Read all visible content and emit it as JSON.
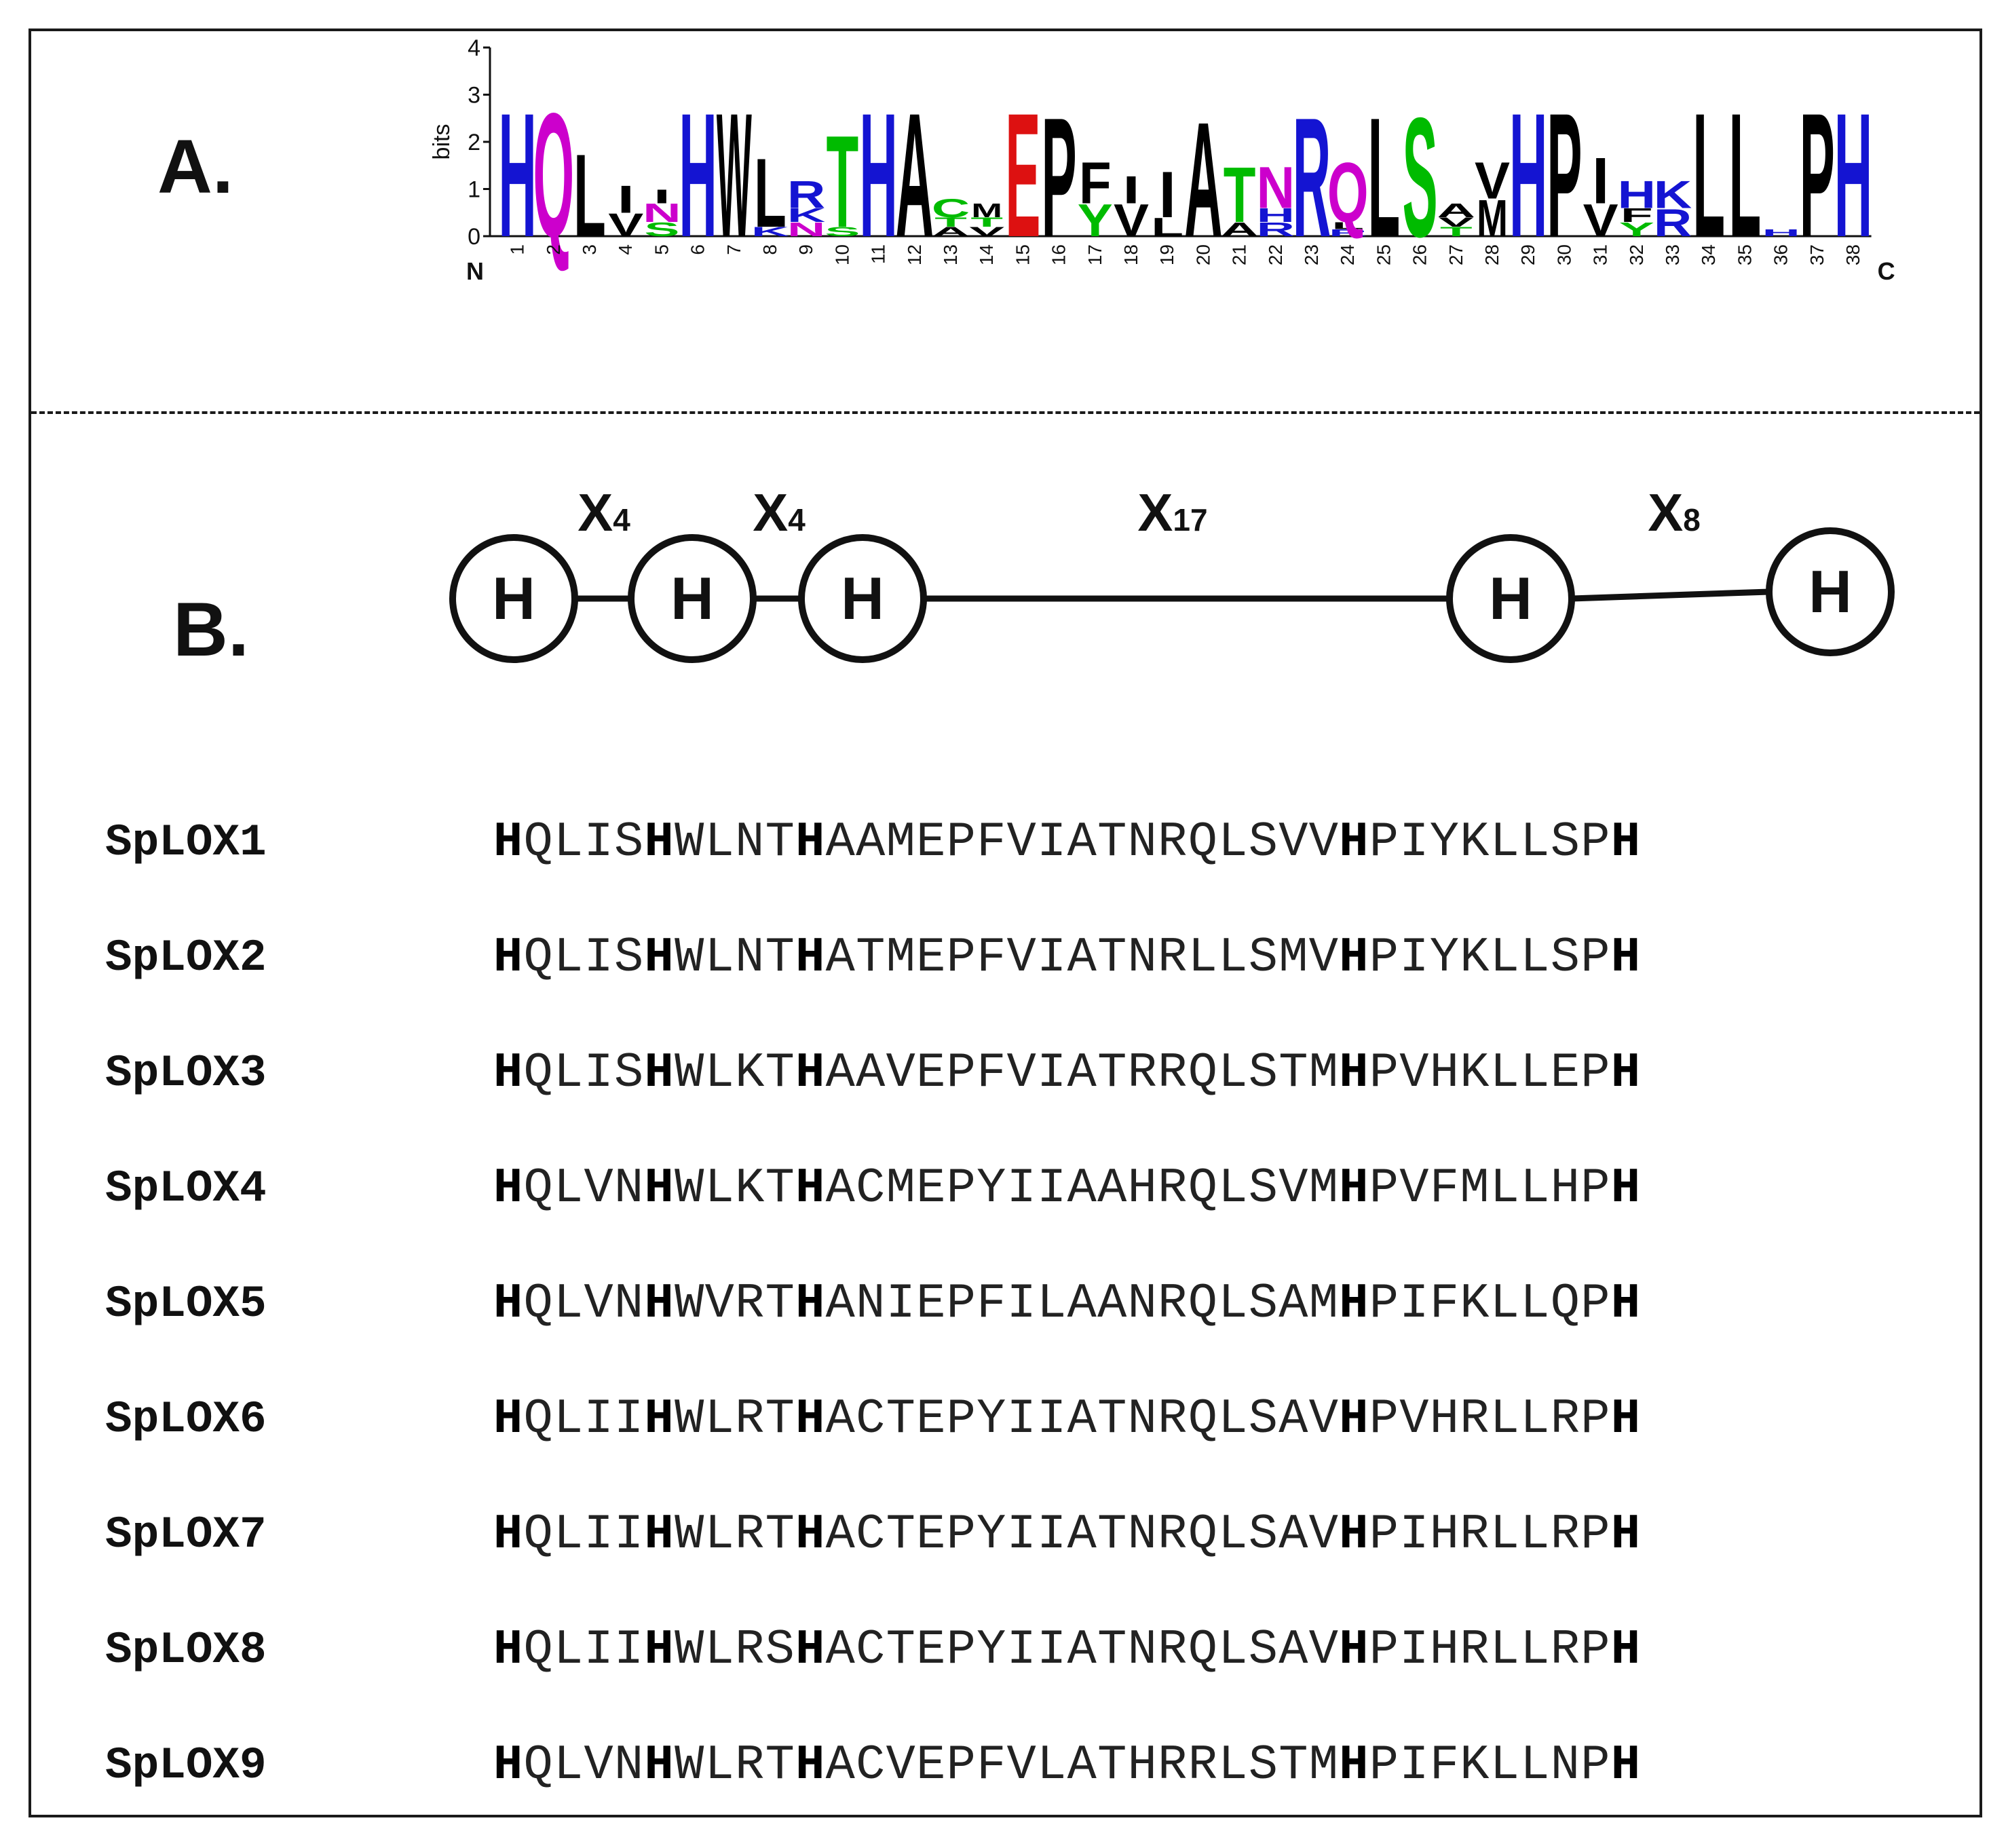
{
  "panel_a": {
    "label": "A.",
    "axis_label": "bits",
    "y_ticks": [
      "0",
      "1",
      "2",
      "3",
      "4"
    ],
    "n_label": "N",
    "c_label": "C",
    "colors": {
      "H": "#1414d2",
      "K": "#1414d2",
      "R": "#1414d2",
      "Q": "#cc00cc",
      "N": "#cc00cc",
      "T": "#00bb00",
      "S": "#00bb00",
      "C": "#00bb00",
      "Y": "#00bb00",
      "E": "#dd1111",
      "default": "#000000"
    },
    "positions": [
      {
        "pos": "1",
        "stack": [
          {
            "l": "H",
            "h": 2.7
          }
        ]
      },
      {
        "pos": "2",
        "stack": [
          {
            "l": "Q",
            "h": 2.7
          }
        ]
      },
      {
        "pos": "3",
        "stack": [
          {
            "l": "L",
            "h": 1.8
          }
        ]
      },
      {
        "pos": "4",
        "stack": [
          {
            "l": "V",
            "h": 0.5
          },
          {
            "l": "I",
            "h": 0.6
          }
        ]
      },
      {
        "pos": "5",
        "stack": [
          {
            "l": "S",
            "h": 0.3
          },
          {
            "l": "N",
            "h": 0.4
          },
          {
            "l": "I",
            "h": 0.3
          }
        ]
      },
      {
        "pos": "6",
        "stack": [
          {
            "l": "H",
            "h": 2.7
          }
        ]
      },
      {
        "pos": "7",
        "stack": [
          {
            "l": "W",
            "h": 2.7
          }
        ]
      },
      {
        "pos": "8",
        "stack": [
          {
            "l": "K",
            "h": 0.2
          },
          {
            "l": "L",
            "h": 1.5
          }
        ]
      },
      {
        "pos": "9",
        "stack": [
          {
            "l": "N",
            "h": 0.3
          },
          {
            "l": "K",
            "h": 0.3
          },
          {
            "l": "R",
            "h": 0.6
          }
        ]
      },
      {
        "pos": "10",
        "stack": [
          {
            "l": "S",
            "h": 0.2
          },
          {
            "l": "T",
            "h": 2.0
          }
        ]
      },
      {
        "pos": "11",
        "stack": [
          {
            "l": "H",
            "h": 2.7
          }
        ]
      },
      {
        "pos": "12",
        "stack": [
          {
            "l": "A",
            "h": 2.7
          }
        ]
      },
      {
        "pos": "13",
        "stack": [
          {
            "l": "A",
            "h": 0.2
          },
          {
            "l": "T",
            "h": 0.2
          },
          {
            "l": "C",
            "h": 0.4
          }
        ]
      },
      {
        "pos": "14",
        "stack": [
          {
            "l": "V",
            "h": 0.2
          },
          {
            "l": "T",
            "h": 0.2
          },
          {
            "l": "M",
            "h": 0.3
          }
        ]
      },
      {
        "pos": "15",
        "stack": [
          {
            "l": "E",
            "h": 2.7
          }
        ]
      },
      {
        "pos": "16",
        "stack": [
          {
            "l": "P",
            "h": 2.6
          }
        ]
      },
      {
        "pos": "17",
        "stack": [
          {
            "l": "Y",
            "h": 0.7
          },
          {
            "l": "F",
            "h": 0.9
          }
        ]
      },
      {
        "pos": "18",
        "stack": [
          {
            "l": "V",
            "h": 0.7
          },
          {
            "l": "I",
            "h": 0.6
          }
        ]
      },
      {
        "pos": "19",
        "stack": [
          {
            "l": "L",
            "h": 0.4
          },
          {
            "l": "I",
            "h": 1.0
          }
        ]
      },
      {
        "pos": "20",
        "stack": [
          {
            "l": "A",
            "h": 2.5
          }
        ]
      },
      {
        "pos": "21",
        "stack": [
          {
            "l": "A",
            "h": 0.3
          },
          {
            "l": "T",
            "h": 1.2
          }
        ]
      },
      {
        "pos": "22",
        "stack": [
          {
            "l": "R",
            "h": 0.3
          },
          {
            "l": "H",
            "h": 0.3
          },
          {
            "l": "N",
            "h": 0.9
          }
        ]
      },
      {
        "pos": "23",
        "stack": [
          {
            "l": "R",
            "h": 2.6
          }
        ]
      },
      {
        "pos": "24",
        "stack": [
          {
            "l": "R",
            "h": 0.15
          },
          {
            "l": "L",
            "h": 0.15
          },
          {
            "l": "Q",
            "h": 1.3
          }
        ]
      },
      {
        "pos": "25",
        "stack": [
          {
            "l": "L",
            "h": 2.6
          }
        ]
      },
      {
        "pos": "26",
        "stack": [
          {
            "l": "S",
            "h": 2.6
          }
        ]
      },
      {
        "pos": "27",
        "stack": [
          {
            "l": "T",
            "h": 0.2
          },
          {
            "l": "V",
            "h": 0.2
          },
          {
            "l": "A",
            "h": 0.3
          }
        ]
      },
      {
        "pos": "28",
        "stack": [
          {
            "l": "M",
            "h": 0.8
          },
          {
            "l": "V",
            "h": 0.8
          }
        ]
      },
      {
        "pos": "29",
        "stack": [
          {
            "l": "H",
            "h": 2.7
          }
        ]
      },
      {
        "pos": "30",
        "stack": [
          {
            "l": "P",
            "h": 2.7
          }
        ]
      },
      {
        "pos": "31",
        "stack": [
          {
            "l": "V",
            "h": 0.7
          },
          {
            "l": "I",
            "h": 1.0
          }
        ]
      },
      {
        "pos": "32",
        "stack": [
          {
            "l": "Y",
            "h": 0.3
          },
          {
            "l": "F",
            "h": 0.3
          },
          {
            "l": "H",
            "h": 0.6
          }
        ]
      },
      {
        "pos": "33",
        "stack": [
          {
            "l": "R",
            "h": 0.6
          },
          {
            "l": "K",
            "h": 0.6
          }
        ]
      },
      {
        "pos": "34",
        "stack": [
          {
            "l": "L",
            "h": 2.7
          }
        ]
      },
      {
        "pos": "35",
        "stack": [
          {
            "l": "L",
            "h": 2.7
          }
        ]
      },
      {
        "pos": "36",
        "stack": [
          {
            "l": "H",
            "h": 0.15
          }
        ]
      },
      {
        "pos": "37",
        "stack": [
          {
            "l": "P",
            "h": 2.7
          }
        ]
      },
      {
        "pos": "38",
        "stack": [
          {
            "l": "H",
            "h": 2.7
          }
        ]
      }
    ]
  },
  "panel_b": {
    "label": "B.",
    "motif_residue": "H",
    "spacers": [
      {
        "x": "X",
        "n": "4"
      },
      {
        "x": "X",
        "n": "4"
      },
      {
        "x": "X",
        "n": "17"
      },
      {
        "x": "X",
        "n": "8"
      }
    ],
    "sequences": [
      {
        "name": "SpLOX1",
        "segments": [
          {
            "t": "H",
            "b": true
          },
          {
            "t": "QLIS"
          },
          {
            "t": "H",
            "b": true
          },
          {
            "t": "WLNT"
          },
          {
            "t": "H",
            "b": true
          },
          {
            "t": "AAMEPFVIATNRQLSVV"
          },
          {
            "t": "H",
            "b": true
          },
          {
            "t": "PIYKLLSP"
          },
          {
            "t": "H",
            "b": true
          }
        ]
      },
      {
        "name": "SpLOX2",
        "segments": [
          {
            "t": "H",
            "b": true
          },
          {
            "t": "QLIS"
          },
          {
            "t": "H",
            "b": true
          },
          {
            "t": "WLNT"
          },
          {
            "t": "H",
            "b": true
          },
          {
            "t": "ATMEPFVIATNRLLSMV"
          },
          {
            "t": "H",
            "b": true
          },
          {
            "t": "PIYKLLSP"
          },
          {
            "t": "H",
            "b": true
          }
        ]
      },
      {
        "name": "SpLOX3",
        "segments": [
          {
            "t": "H",
            "b": true
          },
          {
            "t": "QLIS"
          },
          {
            "t": "H",
            "b": true
          },
          {
            "t": "WLKT"
          },
          {
            "t": "H",
            "b": true
          },
          {
            "t": "AAVEPFVIATRRQLSTM"
          },
          {
            "t": "H",
            "b": true
          },
          {
            "t": "PVHKLLEP"
          },
          {
            "t": "H",
            "b": true
          }
        ]
      },
      {
        "name": "SpLOX4",
        "segments": [
          {
            "t": "H",
            "b": true
          },
          {
            "t": "QLVN"
          },
          {
            "t": "H",
            "b": true
          },
          {
            "t": "WLKT"
          },
          {
            "t": "H",
            "b": true
          },
          {
            "t": "ACMEPYIIAAHRQLSVM"
          },
          {
            "t": "H",
            "b": true
          },
          {
            "t": "PVFMLLHP"
          },
          {
            "t": "H",
            "b": true
          }
        ]
      },
      {
        "name": "SpLOX5",
        "segments": [
          {
            "t": "H",
            "b": true
          },
          {
            "t": "QLVN"
          },
          {
            "t": "H",
            "b": true
          },
          {
            "t": "WVRT"
          },
          {
            "t": "H",
            "b": true
          },
          {
            "t": "ANIEPFILAANRQLSAM"
          },
          {
            "t": "H",
            "b": true
          },
          {
            "t": "PIFKLLQP"
          },
          {
            "t": "H",
            "b": true
          }
        ]
      },
      {
        "name": "SpLOX6",
        "segments": [
          {
            "t": "H",
            "b": true
          },
          {
            "t": "QLII"
          },
          {
            "t": "H",
            "b": true
          },
          {
            "t": "WLRT"
          },
          {
            "t": "H",
            "b": true
          },
          {
            "t": "ACTEPYIIATNRQLSAV"
          },
          {
            "t": "H",
            "b": true
          },
          {
            "t": "PVHRLLRP"
          },
          {
            "t": "H",
            "b": true
          }
        ]
      },
      {
        "name": "SpLOX7",
        "segments": [
          {
            "t": "H",
            "b": true
          },
          {
            "t": "QLII"
          },
          {
            "t": "H",
            "b": true
          },
          {
            "t": "WLRT"
          },
          {
            "t": "H",
            "b": true
          },
          {
            "t": "ACTEPYIIATNRQLSAV"
          },
          {
            "t": "H",
            "b": true
          },
          {
            "t": "PIHRLLRP"
          },
          {
            "t": "H",
            "b": true
          }
        ]
      },
      {
        "name": "SpLOX8",
        "segments": [
          {
            "t": "H",
            "b": true
          },
          {
            "t": "QLII"
          },
          {
            "t": "H",
            "b": true
          },
          {
            "t": "WLRS"
          },
          {
            "t": "H",
            "b": true
          },
          {
            "t": "ACTEPYIIATNRQLSAV"
          },
          {
            "t": "H",
            "b": true
          },
          {
            "t": "PIHRLLRP"
          },
          {
            "t": "H",
            "b": true
          }
        ]
      },
      {
        "name": "SpLOX9",
        "segments": [
          {
            "t": "H",
            "b": true
          },
          {
            "t": "QLVN"
          },
          {
            "t": "H",
            "b": true
          },
          {
            "t": "WLRT"
          },
          {
            "t": "H",
            "b": true
          },
          {
            "t": "ACVEPFVLATHRRLSTM"
          },
          {
            "t": "H",
            "b": true
          },
          {
            "t": "PIFKLLNP"
          },
          {
            "t": "H",
            "b": true
          }
        ]
      }
    ]
  }
}
